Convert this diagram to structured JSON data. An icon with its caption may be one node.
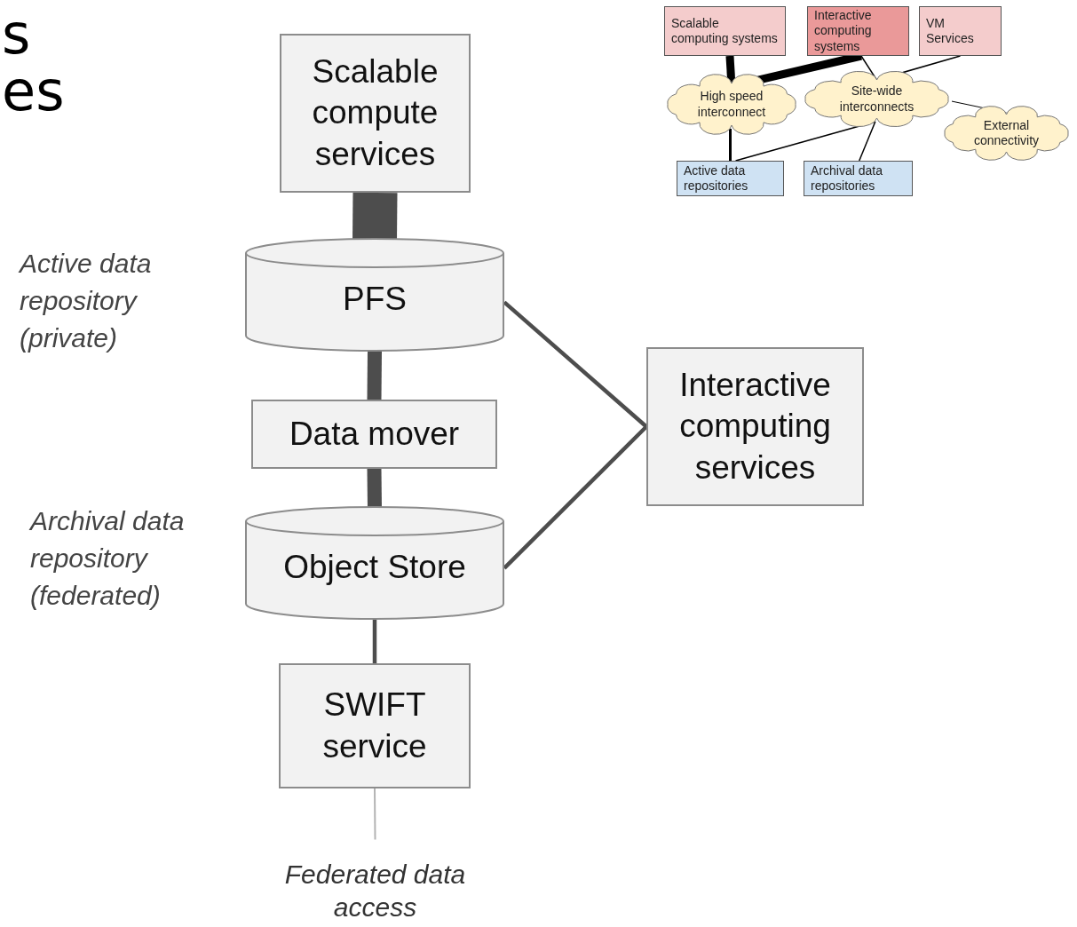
{
  "diagram": {
    "nodes": [
      {
        "text": [
          "Scalable compute services"
        ]
      },
      {
        "text": [
          "PFS"
        ],
        "beside": [
          "Active data repository (private)"
        ]
      },
      {
        "text": [
          "Data mover"
        ]
      },
      {
        "text": [
          "Object Store"
        ],
        "beside": [
          "Archival data repository (federated)"
        ]
      },
      {
        "text": [
          "Interactive computing services"
        ]
      },
      {
        "text": [
          "SWIFT service"
        ]
      },
      {
        "text": [
          "Federated data access"
        ]
      },
      {
        "text": [
          "Scalable computing systems"
        ]
      },
      {
        "text": [
          "Interactive computing systems"
        ]
      },
      {
        "text": [
          "VM Services"
        ]
      },
      {
        "text": [
          "High speed interconnect"
        ]
      },
      {
        "text": [
          "Site-wide interconnects"
        ]
      },
      {
        "text": [
          "External connectivity"
        ]
      },
      {
        "text": [
          "Active data repositories"
        ]
      },
      {
        "text": [
          "Archival data repositories"
        ]
      }
    ],
    "edges": [
      {
        "from": 0,
        "to": 1,
        "arrow": "none",
        "style": "thick",
        "color": "#4d4d4d"
      },
      {
        "from": 1,
        "to": 2,
        "arrow": "none",
        "style": "thick",
        "color": "#4d4d4d"
      },
      {
        "from": 2,
        "to": 3,
        "arrow": "none",
        "style": "thick",
        "color": "#4d4d4d"
      },
      {
        "from": 3,
        "to": 5,
        "arrow": "none",
        "color": "#4d4d4d"
      },
      {
        "from": 5,
        "to": 6,
        "arrow": "none",
        "color": "#b3b3b3"
      },
      {
        "from": 1,
        "to": 4,
        "arrow": "none",
        "color": "#4d4d4d"
      },
      {
        "from": 3,
        "to": 4,
        "arrow": "none",
        "color": "#4d4d4d"
      },
      {
        "from": 7,
        "to": 10,
        "arrow": "none",
        "style": "thick"
      },
      {
        "from": 8,
        "to": 10,
        "arrow": "none",
        "style": "thick"
      },
      {
        "from": 8,
        "to": 11,
        "arrow": "none"
      },
      {
        "from": 9,
        "to": 11,
        "arrow": "none"
      },
      {
        "from": 11,
        "to": 12,
        "arrow": "none"
      },
      {
        "from": 10,
        "to": 13,
        "arrow": "none"
      },
      {
        "from": 11,
        "to": 13,
        "arrow": "none"
      },
      {
        "from": 11,
        "to": 14,
        "arrow": "none"
      }
    ],
    "labels": [
      "s",
      "es"
    ]
  }
}
